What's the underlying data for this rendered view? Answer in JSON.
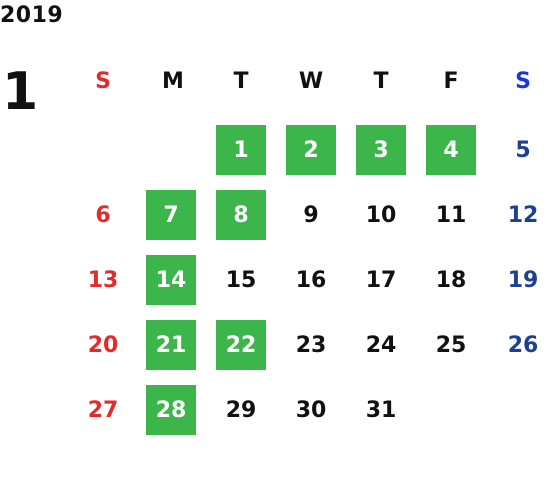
{
  "calendar": {
    "year": "2019",
    "month": "1",
    "weekdays": [
      "S",
      "M",
      "T",
      "W",
      "T",
      "F",
      "S"
    ],
    "weeks": [
      [
        "",
        "",
        "1",
        "2",
        "3",
        "4",
        "5"
      ],
      [
        "6",
        "7",
        "8",
        "9",
        "10",
        "11",
        "12"
      ],
      [
        "13",
        "14",
        "15",
        "16",
        "17",
        "18",
        "19"
      ],
      [
        "20",
        "21",
        "22",
        "23",
        "24",
        "25",
        "26"
      ],
      [
        "27",
        "28",
        "29",
        "30",
        "31",
        "",
        ""
      ]
    ],
    "highlighted_days": [
      "1",
      "2",
      "3",
      "4",
      "7",
      "8",
      "14",
      "21",
      "22",
      "28"
    ],
    "colors": {
      "highlight": "#3cb64b",
      "sunday": "#e32b2b",
      "saturday": "#1f3f91",
      "saturday_header": "#1c37d8",
      "text": "#111111"
    }
  }
}
